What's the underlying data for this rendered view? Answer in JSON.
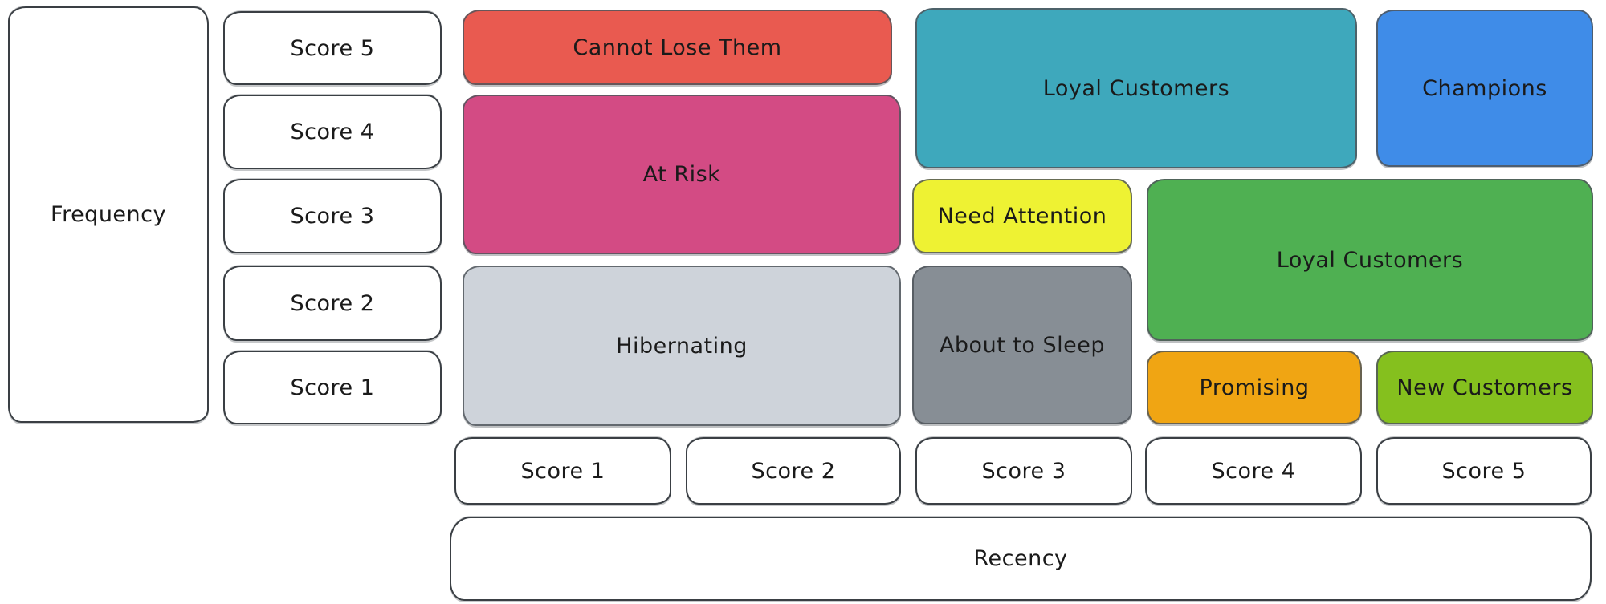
{
  "canvas": {
    "background": "#ffffff",
    "text_color": "#1a1a1a"
  },
  "axes": {
    "frequency": {
      "label": "Frequency",
      "scores": [
        "Score 5",
        "Score 4",
        "Score 3",
        "Score 2",
        "Score 1"
      ]
    },
    "recency": {
      "label": "Recency",
      "scores": [
        "Score 1",
        "Score 2",
        "Score 3",
        "Score 4",
        "Score 5"
      ]
    }
  },
  "segments": [
    {
      "id": "cannot-lose-them",
      "label": "Cannot Lose Them",
      "color": "#e95a50",
      "recency_scores": [
        1,
        2
      ],
      "frequency_scores": [
        5
      ]
    },
    {
      "id": "at-risk",
      "label": "At Risk",
      "color": "#d34b84",
      "recency_scores": [
        1,
        2
      ],
      "frequency_scores": [
        3,
        4
      ]
    },
    {
      "id": "hibernating",
      "label": "Hibernating",
      "color": "#ced3da",
      "recency_scores": [
        1,
        2
      ],
      "frequency_scores": [
        1,
        2
      ]
    },
    {
      "id": "loyal-customers-upper",
      "label": "Loyal Customers",
      "color": "#3ea8bc",
      "recency_scores": [
        3,
        4
      ],
      "frequency_scores": [
        4,
        5
      ]
    },
    {
      "id": "champions",
      "label": "Champions",
      "color": "#3f8ce8",
      "recency_scores": [
        5
      ],
      "frequency_scores": [
        4,
        5
      ]
    },
    {
      "id": "need-attention",
      "label": "Need Attention",
      "color": "#eef233",
      "recency_scores": [
        3
      ],
      "frequency_scores": [
        3
      ]
    },
    {
      "id": "loyal-customers-lower",
      "label": "Loyal Customers",
      "color": "#4fb052",
      "recency_scores": [
        4,
        5
      ],
      "frequency_scores": [
        2,
        3
      ]
    },
    {
      "id": "about-to-sleep",
      "label": "About to Sleep",
      "color": "#878e95",
      "recency_scores": [
        3
      ],
      "frequency_scores": [
        1,
        2
      ]
    },
    {
      "id": "promising",
      "label": "Promising",
      "color": "#f0a513",
      "recency_scores": [
        4
      ],
      "frequency_scores": [
        1
      ]
    },
    {
      "id": "new-customers",
      "label": "New Customers",
      "color": "#85c01e",
      "recency_scores": [
        5
      ],
      "frequency_scores": [
        1
      ]
    }
  ]
}
